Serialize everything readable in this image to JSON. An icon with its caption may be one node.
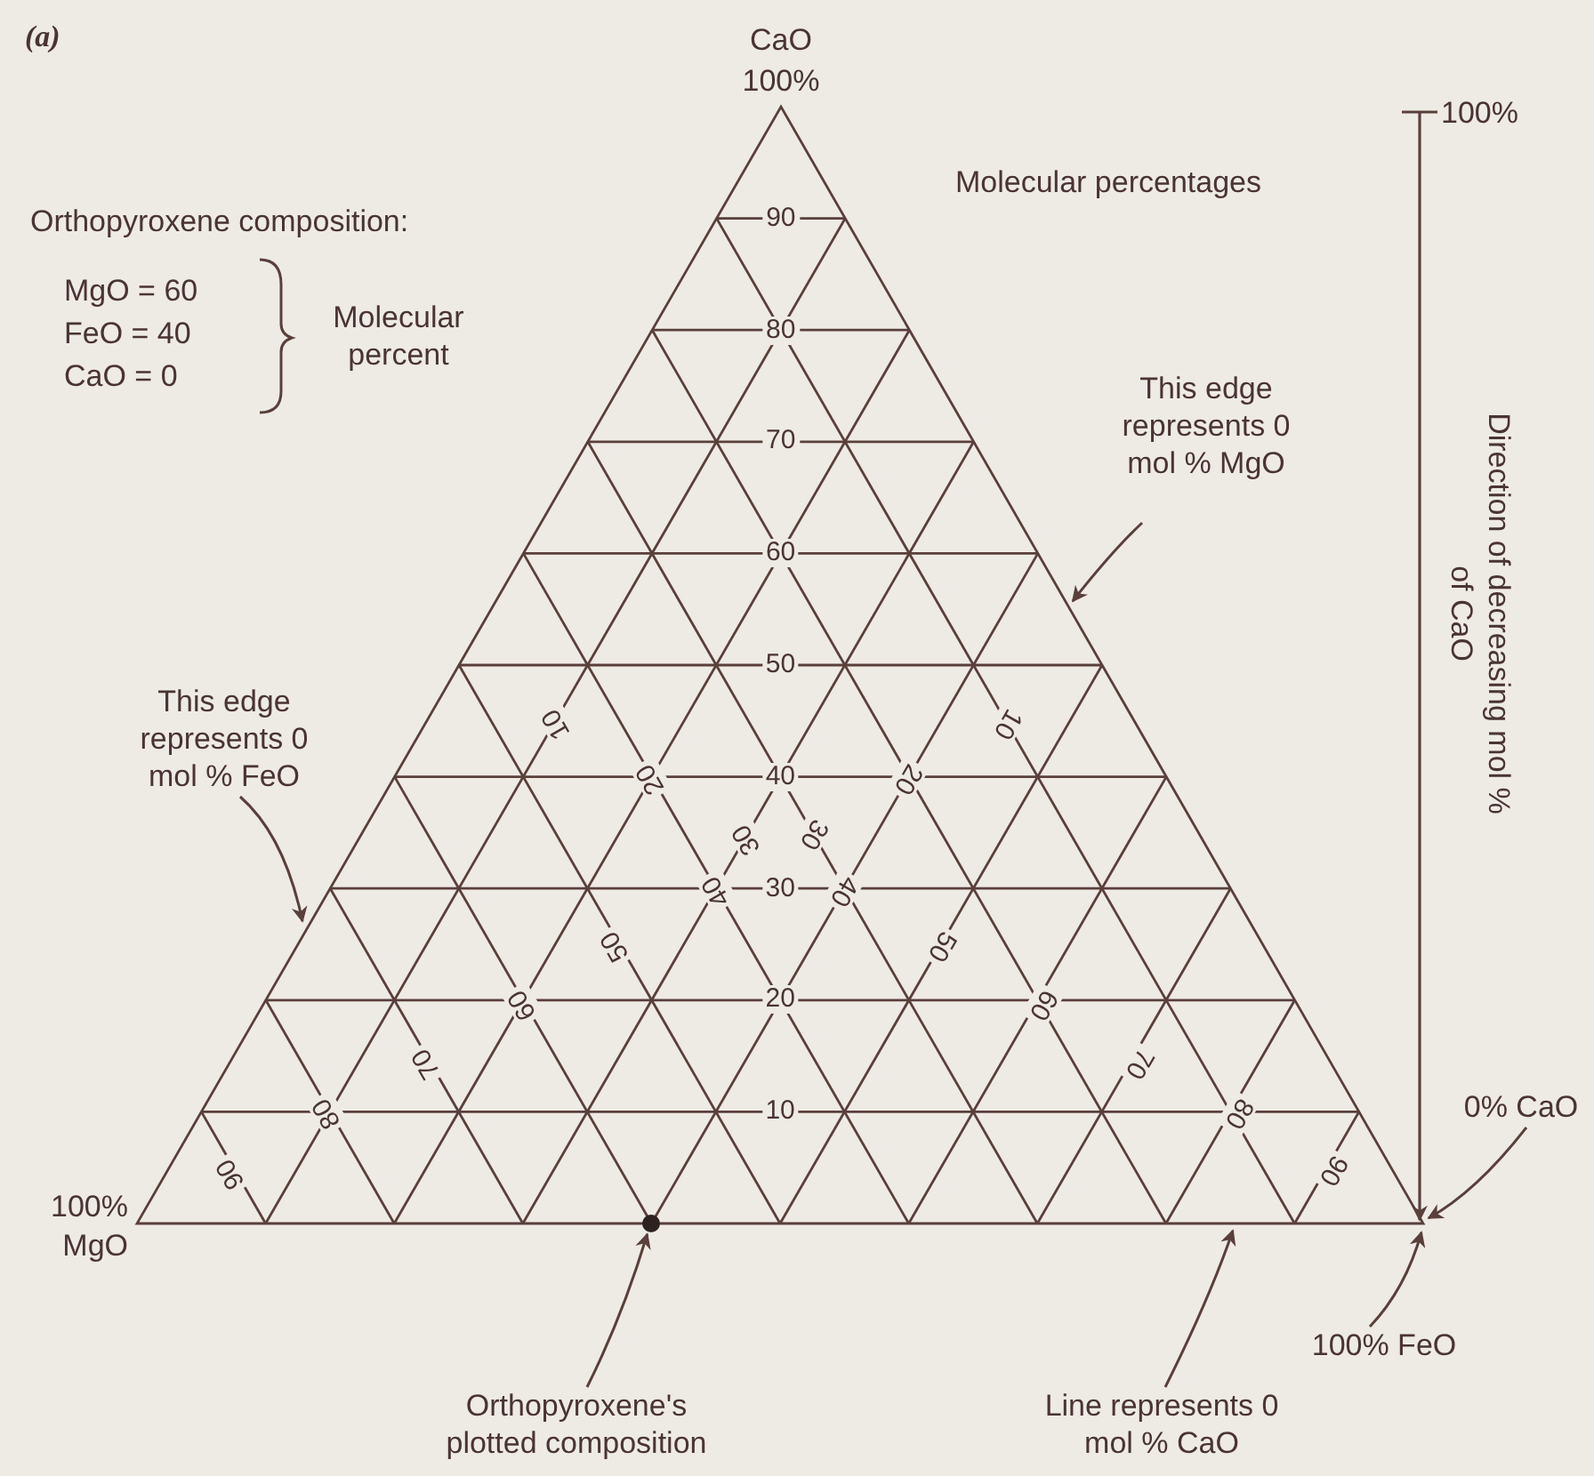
{
  "diagram": {
    "nodes": [
      {
        "text": [
          "This edge represents 0 mol % MgO"
        ]
      },
      {
        "text": [
          "This edge represents 0 mol % FeO"
        ]
      },
      {
        "text": [
          "0% CaO"
        ]
      },
      {
        "text": [
          "100% FeO"
        ]
      },
      {
        "text": [
          "Orthopyroxene's plotted composition"
        ]
      },
      {
        "text": [],
        "shape": "circle"
      },
      {
        "text": [
          "Line represents 0 mol % CaO"
        ]
      }
    ],
    "edges": [
      {
        "from": 0,
        "to": null,
        "arrow": "to"
      },
      {
        "from": 1,
        "to": null,
        "arrow": "to"
      },
      {
        "from": 2,
        "to": null,
        "arrow": "to"
      },
      {
        "from": 3,
        "to": null,
        "arrow": "to"
      },
      {
        "from": 4,
        "to": 5,
        "arrow": "to"
      },
      {
        "from": 6,
        "to": null,
        "arrow": "to"
      }
    ],
    "labels": [
      "(a)",
      "CaO",
      "100%",
      "100%",
      "Molecular percentages",
      "Orthopyroxene composition:",
      "MgO = 60",
      "FeO = 40",
      "CaO = 0",
      "Molecular percent",
      "Direction of decreasing mol % of CaO",
      "90",
      "80",
      "70",
      "60",
      "50",
      "40",
      "30",
      "20",
      "10",
      "10",
      "20",
      "30",
      "40",
      "50",
      "60",
      "70",
      "80",
      "90",
      "10",
      "20",
      "30",
      "40",
      "50",
      "60",
      "70",
      "80",
      "90",
      "100%",
      "MgO"
    ]
  }
}
